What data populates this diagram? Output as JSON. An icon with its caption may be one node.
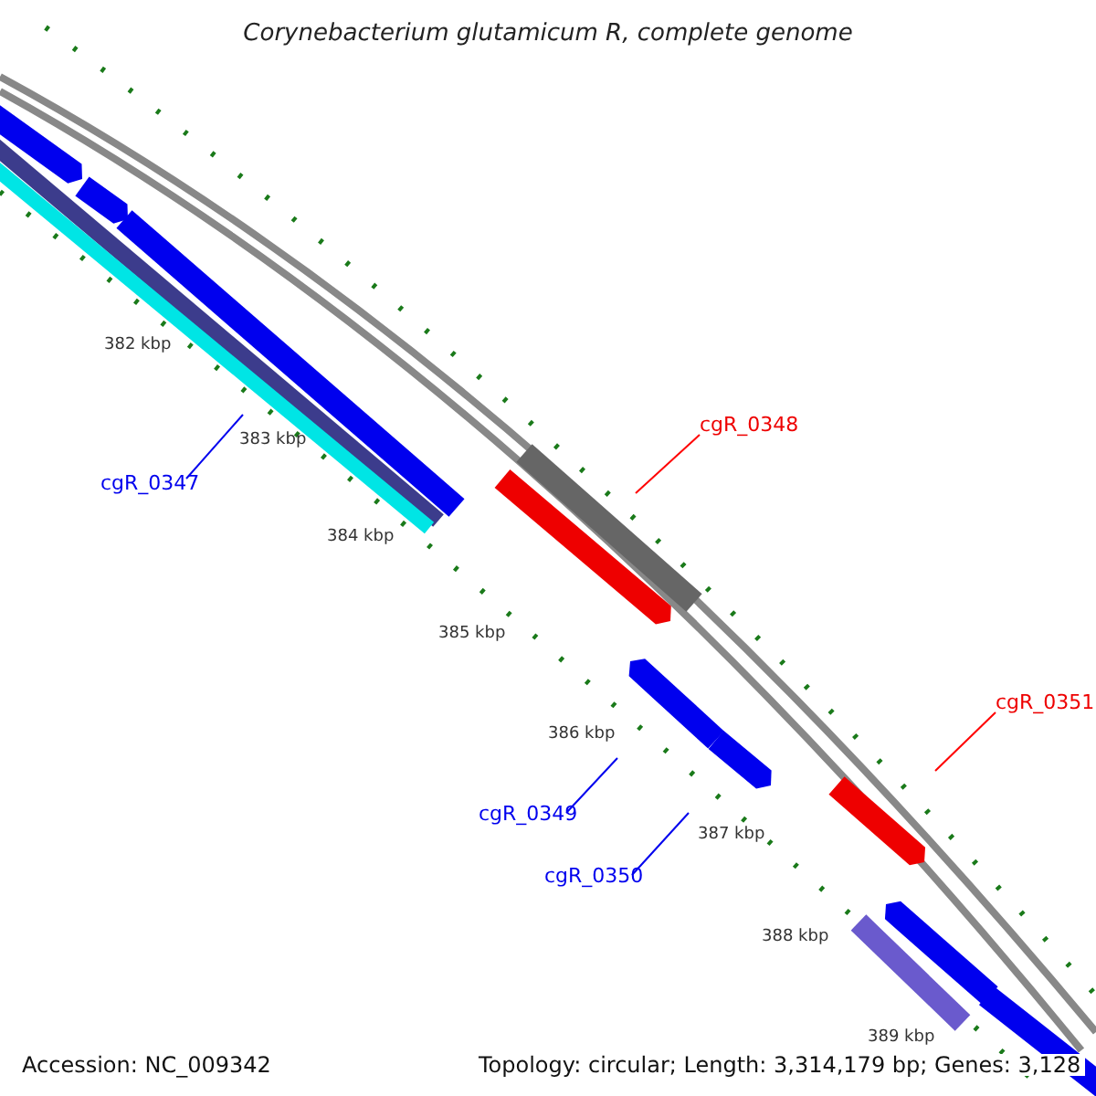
{
  "diagram": {
    "title": "Corynebacterium glutamicum R, complete genome",
    "nodes": [
      {
        "text": [
          "cgR_0347"
        ]
      },
      {
        "text": [
          "cgR_0348"
        ]
      },
      {
        "text": [
          "cgR_0349"
        ]
      },
      {
        "text": [
          "cgR_0350"
        ]
      },
      {
        "text": [
          "cgR_0351"
        ]
      }
    ],
    "edges": [
      {
        "from": 0,
        "to": null,
        "arrow": "none"
      },
      {
        "from": 1,
        "to": null,
        "arrow": "none",
        "color": "#ff0000"
      },
      {
        "from": 2,
        "to": null,
        "arrow": "none"
      },
      {
        "from": 3,
        "to": null,
        "arrow": "none"
      },
      {
        "from": 4,
        "to": null,
        "arrow": "none",
        "color": "#ff0000"
      }
    ],
    "labels": [
      "382 kbp",
      "383 kbp",
      "384 kbp",
      "385 kbp",
      "386 kbp",
      "387 kbp",
      "388 kbp",
      "389 kbp",
      "Accession: NC_009342",
      "Topology: circular; Length: 3,314,179 bp; Genes: 3,128"
    ]
  }
}
